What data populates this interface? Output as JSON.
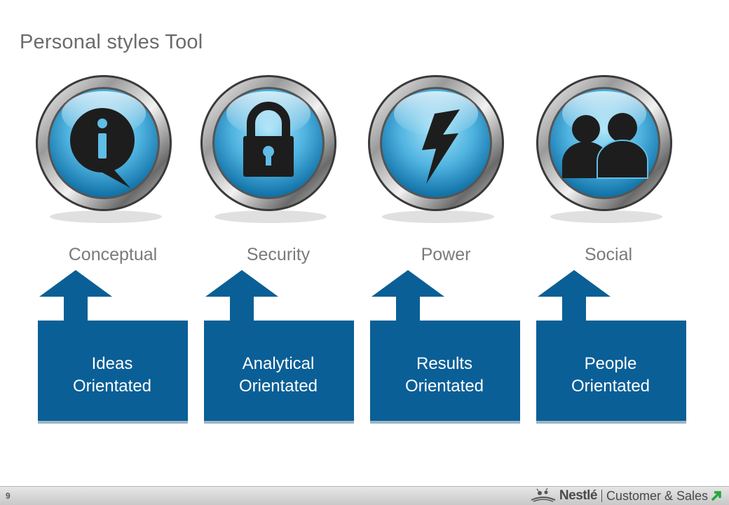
{
  "title": "Personal styles Tool",
  "styles": [
    {
      "label": "Conceptual",
      "orientation_line1": "Ideas",
      "orientation_line2": "Orientated",
      "icon": "info-speech-bubble-icon"
    },
    {
      "label": "Security",
      "orientation_line1": "Analytical",
      "orientation_line2": "Orientated",
      "icon": "padlock-icon"
    },
    {
      "label": "Power",
      "orientation_line1": "Results",
      "orientation_line2": "Orientated",
      "icon": "lightning-bolt-icon"
    },
    {
      "label": "Social",
      "orientation_line1": "People",
      "orientation_line2": "Orientated",
      "icon": "people-icon"
    }
  ],
  "footer": {
    "page_number": "9",
    "brand_name": "Nestlé",
    "brand_tagline": "Customer & Sales"
  },
  "colors": {
    "arrow_fill": "#0a5f96",
    "icon_glass": "#5fbde6",
    "symbol": "#1d1d1d",
    "title_text": "#6b6b6b",
    "label_text": "#7a7a7a",
    "brand_arrow": "#22a83a"
  }
}
